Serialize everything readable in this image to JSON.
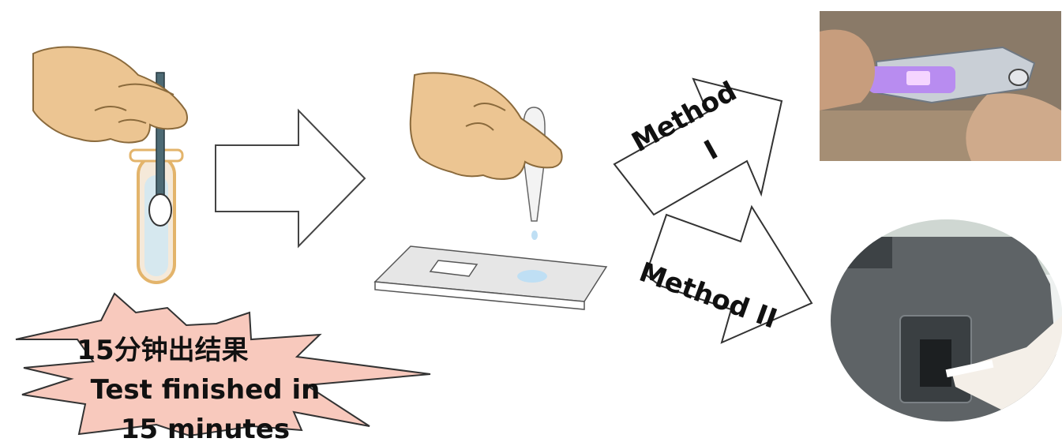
{
  "methods": {
    "method_1": {
      "line1": "Method",
      "line2": "I"
    },
    "method_2": {
      "label": "Method II"
    }
  },
  "result_burst": {
    "line_cn": "15分钟出结果",
    "line_en1": "Test finished in",
    "line_en2": "15 minutes"
  },
  "colors": {
    "skin": "#ecc592",
    "skin_outline": "#8a6a3c",
    "burst_fill": "#f8c9bd",
    "tube_fluid": "#d6e8ef",
    "tube_rim": "#e3b46b",
    "slide_fill": "#e6e6e6",
    "drop_blue": "#bfdff4"
  }
}
